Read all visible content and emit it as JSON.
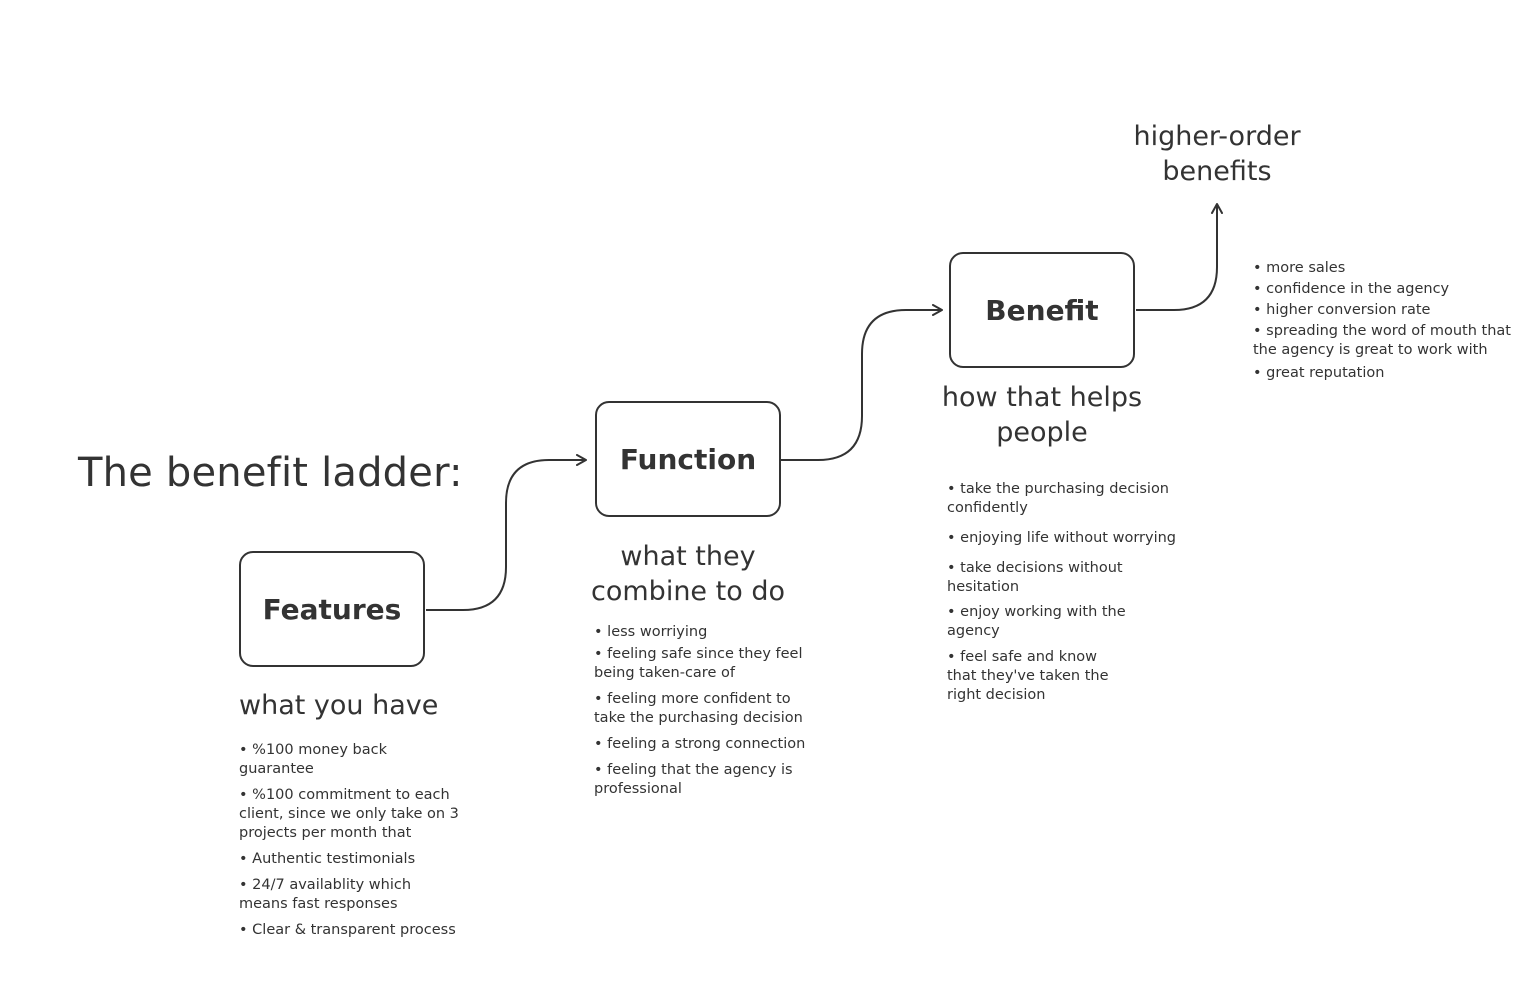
{
  "title": "The benefit ladder:",
  "steps": {
    "features": {
      "label": "Features",
      "subtitle": "what you have",
      "items": [
        "%100 money back guarantee",
        "%100 commitment to each client, since we only take on 3 projects per month that",
        "Authentic testimonials",
        "24/7 availablity which means fast responses",
        "Clear & transparent process"
      ]
    },
    "function": {
      "label": "Function",
      "subtitle_line1": "what they",
      "subtitle_line2": "combine to do",
      "items": [
        "less worriying",
        "feeling safe since they feel being taken-care of",
        "feeling more confident to take the purchasing decision",
        "feeling a strong connection",
        "feeling that the agency is professional"
      ]
    },
    "benefit": {
      "label": "Benefit",
      "subtitle_line1": "how that helps",
      "subtitle_line2": "people",
      "items": [
        "take the purchasing decision confidently",
        "enjoying life without worrying",
        "take decisions without hesitation",
        "enjoy working with the agency",
        "feel safe and know that they've taken the right decision"
      ]
    },
    "higher_order": {
      "title_line1": "higher-order",
      "title_line2": "benefits",
      "items": [
        "more sales",
        "confidence in the agency",
        "higher conversion rate",
        "spreading the word of mouth that the agency is great to work with",
        "great reputation"
      ]
    }
  },
  "colors": {
    "ink": "#333333",
    "background": "#ffffff"
  }
}
